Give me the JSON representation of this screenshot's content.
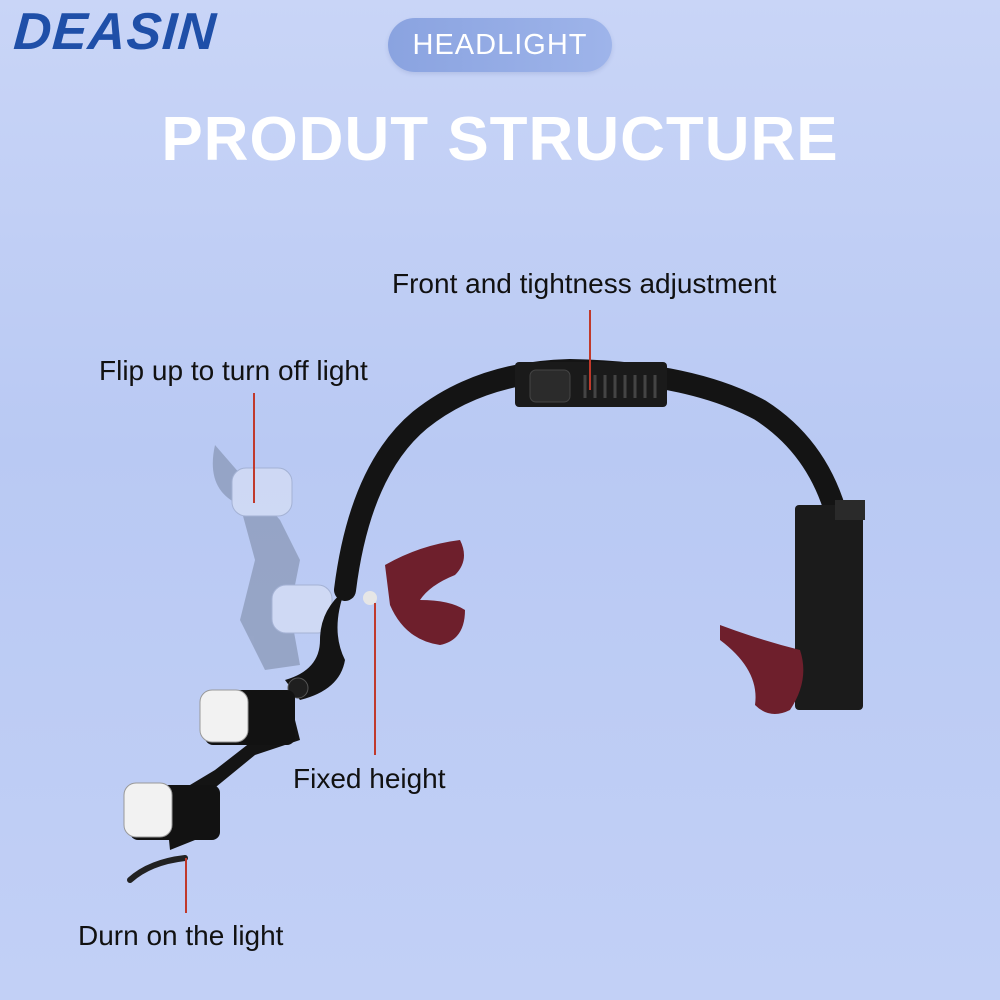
{
  "brand": {
    "logo_text": "DEASIN",
    "color": "#1f4fa8"
  },
  "header": {
    "pill_label": "HEADLIGHT",
    "title": "PRODUT STRUCTURE"
  },
  "callouts": {
    "front_adjust": "Front and tightness adjustment",
    "flip_up": "Flip up to turn off light",
    "fixed_height": "Fixed height",
    "turn_on": "Durn on the light"
  },
  "colors": {
    "background": "#bfcdf5",
    "leader_line": "#c0392b",
    "frame": "#111111",
    "pad": "#6e1f2c"
  }
}
